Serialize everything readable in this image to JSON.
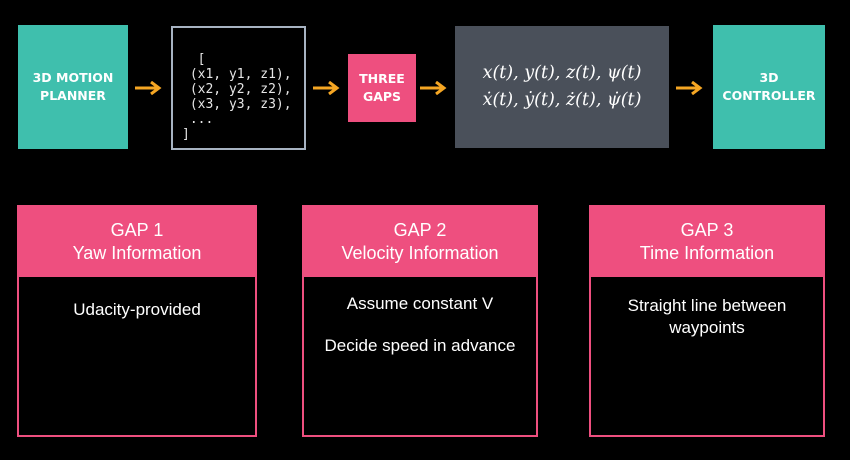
{
  "pipeline": {
    "motion_planner": "3D MOTION\nPLANNER",
    "coordinates": "[\n (x1, y1, z1),\n (x2, y2, z2),\n (x3, y3, z3),\n ...\n]",
    "three_gaps": "THREE\nGAPS",
    "state_line1": "x(t), y(t), z(t), ψ(t)",
    "state_line2": "ẋ(t), ẏ(t), ż(t), ψ̇(t)",
    "controller": "3D\nCONTROLLER"
  },
  "colors": {
    "teal": "#3fbfad",
    "pink": "#ee4f7f",
    "slate": "#4a505a",
    "arrow": "#f5a623",
    "coords_border": "#a7b3c2"
  },
  "gaps": [
    {
      "title": "GAP 1",
      "subtitle": "Yaw Information",
      "body": [
        "Udacity-provided"
      ]
    },
    {
      "title": "GAP 2",
      "subtitle": "Velocity Information",
      "body": [
        "Assume constant V",
        "Decide speed in advance"
      ]
    },
    {
      "title": "GAP 3",
      "subtitle": "Time Information",
      "body": [
        "Straight line between\nwaypoints"
      ]
    }
  ]
}
